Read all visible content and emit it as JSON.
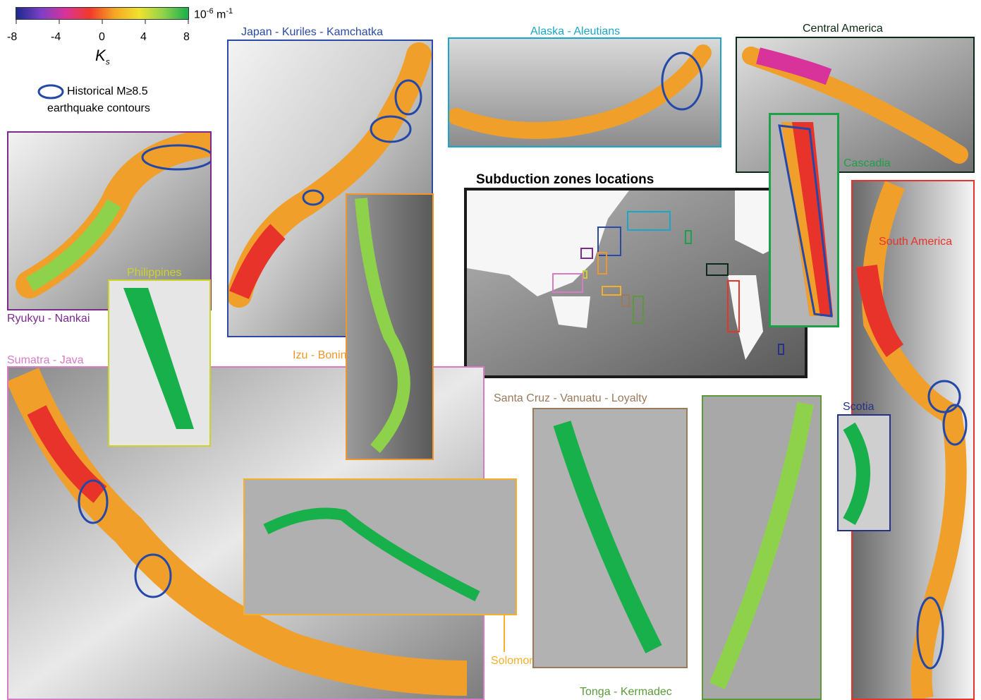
{
  "colorbar": {
    "unit": "10",
    "unit_exp": "-6",
    "unit_tail": " m",
    "unit_tail_exp": "-1",
    "ticks": [
      "-8",
      "-4",
      "0",
      "4",
      "8"
    ],
    "symbol": "K",
    "symbol_sub": "s",
    "stops": [
      "#1b2a8c",
      "#7b3fc7",
      "#d8339a",
      "#f23a2a",
      "#f5a623",
      "#f0e32e",
      "#8ed24b",
      "#18b04b"
    ]
  },
  "legend": {
    "line1": "Historical M≥8.5",
    "line2": "earthquake contours",
    "contour_color": "#2448a8"
  },
  "map_title": "Subduction zones locations",
  "panels": [
    {
      "name": "Japan - Kuriles - Kamchatka",
      "color": "#2a4aa6"
    },
    {
      "name": "Alaska - Aleutians",
      "color": "#1aa7c7"
    },
    {
      "name": "Central America",
      "color": "#0b2a16"
    },
    {
      "name": "Cascadia",
      "color": "#1ea04a"
    },
    {
      "name": "South America",
      "color": "#e8332a"
    },
    {
      "name": "Ryukyu - Nankai",
      "color": "#7d2a8e"
    },
    {
      "name": "Philippines",
      "color": "#cdd22a"
    },
    {
      "name": "Izu - Bonin",
      "color": "#f0962a"
    },
    {
      "name": "Sumatra - Java",
      "color": "#d77cc4"
    },
    {
      "name": "Solomon islands",
      "color": "#f4b02a"
    },
    {
      "name": "Santa Cruz - Vanuatu - Loyalty",
      "color": "#9a7a5a"
    },
    {
      "name": "Tonga - Kermadec",
      "color": "#5a9a3a"
    },
    {
      "name": "Scotia",
      "color": "#26328a"
    }
  ]
}
